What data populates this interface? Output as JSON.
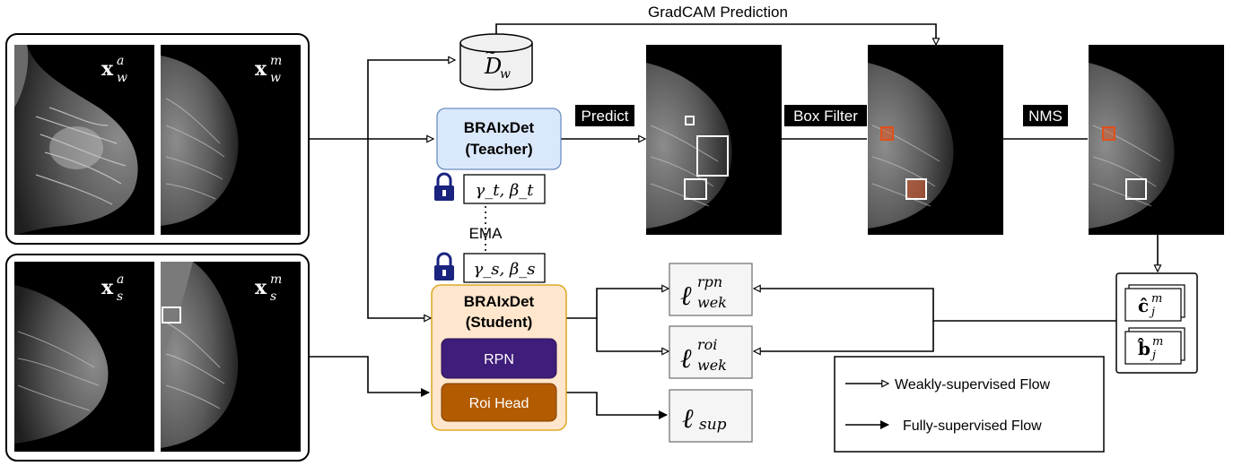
{
  "labels": {
    "gradcam": "GradCAM Prediction",
    "predict": "Predict",
    "box_filter": "Box Filter",
    "nms": "NMS",
    "ema": "EMA"
  },
  "teacher": {
    "line1": "BRAIxDet",
    "line2": "(Teacher)",
    "params": "γ_t, β_t"
  },
  "student": {
    "line1": "BRAIxDet",
    "line2": "(Student)",
    "params": "γ_s, β_s",
    "rpn": "RPN",
    "roi": "Roi Head"
  },
  "dataset": {
    "symbol": "D",
    "sub": "w"
  },
  "inputs": {
    "weak_a": {
      "base": "x",
      "sup": "a",
      "sub": "w"
    },
    "weak_m": {
      "base": "x",
      "sup": "m",
      "sub": "w"
    },
    "strong_a": {
      "base": "x",
      "sup": "a",
      "sub": "s"
    },
    "strong_m": {
      "base": "x",
      "sup": "m",
      "sub": "s"
    }
  },
  "losses": {
    "rpn": {
      "base": "ℓ",
      "sup": "rpn",
      "sub": "wek"
    },
    "roi": {
      "base": "ℓ",
      "sup": "roi",
      "sub": "wek"
    },
    "sup": {
      "base": "ℓ",
      "sub": "sup"
    }
  },
  "pseudo": {
    "c": {
      "base": "ĉ",
      "sup": "m",
      "sub": "j"
    },
    "b": {
      "base": "b̂",
      "sup": "m",
      "sub": "j"
    }
  },
  "legend": {
    "weak": "Weakly-supervised Flow",
    "full": "Fully-supervised Flow"
  },
  "colors": {
    "teacher_fill": "#dae8fc",
    "teacher_stroke": "#6c8ebf",
    "student_fill": "#ffe6cc",
    "student_stroke": "#d79b00",
    "rpn_fill": "#3f1d7a",
    "roi_fill": "#b35b00",
    "loss_fill": "#f5f5f5",
    "lock": "#1a237e",
    "box_orange": "#e0501b"
  }
}
